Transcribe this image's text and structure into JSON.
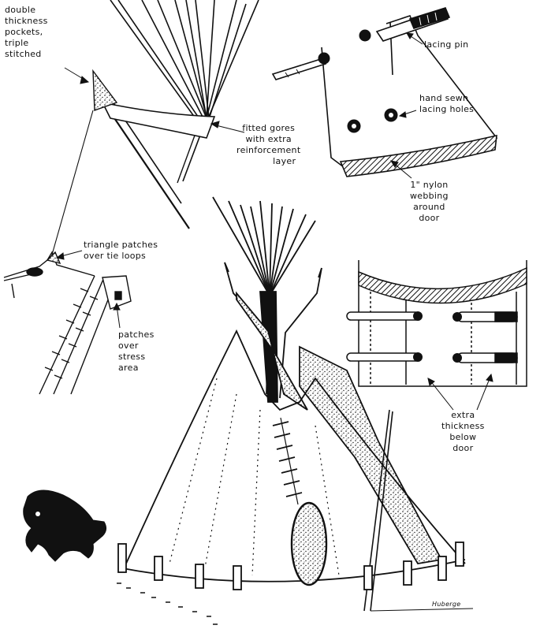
{
  "labels": {
    "double_pockets": [
      "double",
      "thickness",
      "pockets,",
      "triple",
      "stitched"
    ],
    "fitted_gores": [
      "fitted gores",
      "with extra",
      "reinforcement",
      "layer"
    ],
    "lacing_pin": "lacing pin",
    "hand_sewn": [
      "hand sewn",
      "lacing holes"
    ],
    "nylon_webbing": [
      "1\" nylon",
      "webbing",
      "around",
      "door"
    ],
    "triangle_patches": [
      "triangle patches",
      "over tie loops"
    ],
    "patches_stress": [
      "patches",
      "over",
      "stress",
      "area"
    ],
    "extra_thickness": [
      "extra",
      "thickness",
      "below",
      "door"
    ],
    "signature": "Huberge"
  },
  "colors": {
    "ink": "#111111",
    "paper": "#ffffff"
  }
}
